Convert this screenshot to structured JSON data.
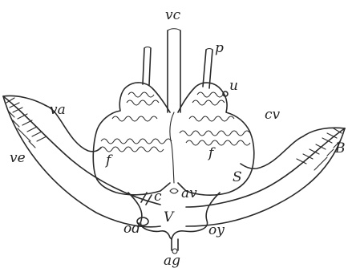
{
  "labels": {
    "vc": "vc",
    "p": "p",
    "u": "u",
    "va": "va",
    "cv": "cv",
    "ve": "ve",
    "B": "B",
    "f_left": "f",
    "f_right": "f",
    "S": "S",
    "c": "c",
    "av": "av",
    "V": "V",
    "od": "od",
    "oy": "oy",
    "ag": "ag"
  }
}
